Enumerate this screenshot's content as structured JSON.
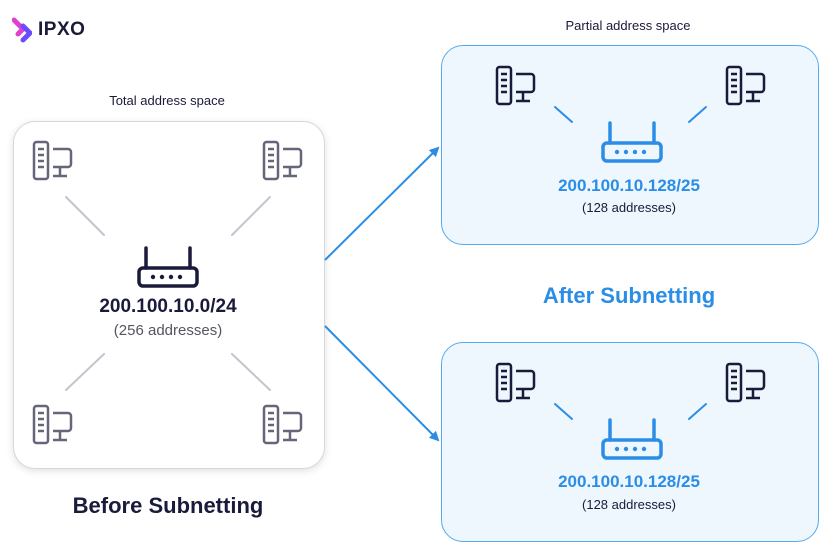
{
  "logo": {
    "text": "IPXO"
  },
  "before": {
    "caption": "Total address space",
    "cidr": "200.100.10.0/24",
    "count": "(256 addresses)",
    "heading": "Before Subnetting"
  },
  "after": {
    "caption": "Partial address space",
    "heading": "After Subnetting",
    "subnets": [
      {
        "cidr": "200.100.10.128/25",
        "count": "(128 addresses)"
      },
      {
        "cidr": "200.100.10.128/25",
        "count": "(128 addresses)"
      }
    ]
  },
  "colors": {
    "navy": "#1a1a3a",
    "gray_icon": "#66667a",
    "accent_blue": "#2b8de6",
    "light_panel": "#eef7fd"
  },
  "icons": [
    "computer-icon",
    "router-icon",
    "arrow-icon"
  ]
}
